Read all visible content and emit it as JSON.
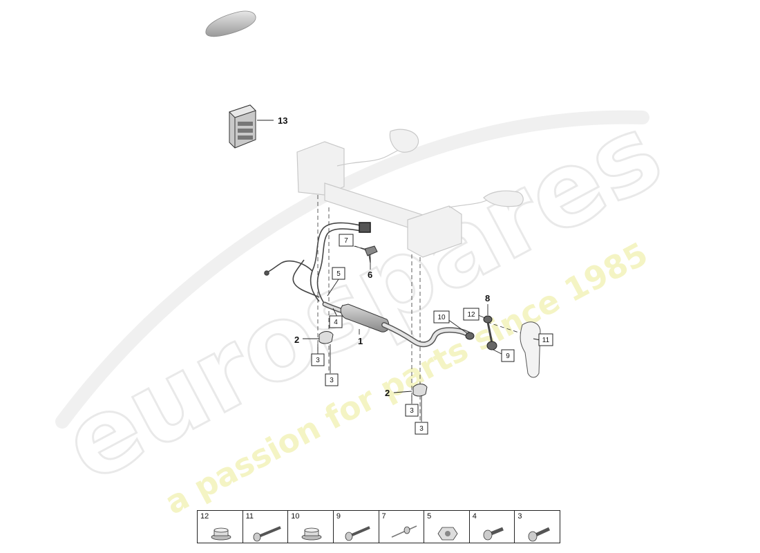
{
  "watermark": {
    "logo": "eurospares",
    "tagline": "a passion for parts since 1985"
  },
  "callouts": {
    "c1": "1",
    "c2a": "2",
    "c2b": "2",
    "c6": "6",
    "c8": "8",
    "c13": "13"
  },
  "boxed_labels": {
    "b3a": "3",
    "b3b": "3",
    "b3c": "3",
    "b3d": "3",
    "b4": "4",
    "b5": "5",
    "b7": "7",
    "b9": "9",
    "b10": "10",
    "b11": "11",
    "b12": "12"
  },
  "parts_table": [
    {
      "number": "12",
      "icon": "flange-nut-icon"
    },
    {
      "number": "11",
      "icon": "long-bolt-icon"
    },
    {
      "number": "10",
      "icon": "flange-nut-icon"
    },
    {
      "number": "9",
      "icon": "bolt-icon"
    },
    {
      "number": "7",
      "icon": "rivet-icon"
    },
    {
      "number": "5",
      "icon": "hex-nut-icon"
    },
    {
      "number": "4",
      "icon": "short-bolt-icon"
    },
    {
      "number": "3",
      "icon": "torx-bolt-icon"
    }
  ]
}
